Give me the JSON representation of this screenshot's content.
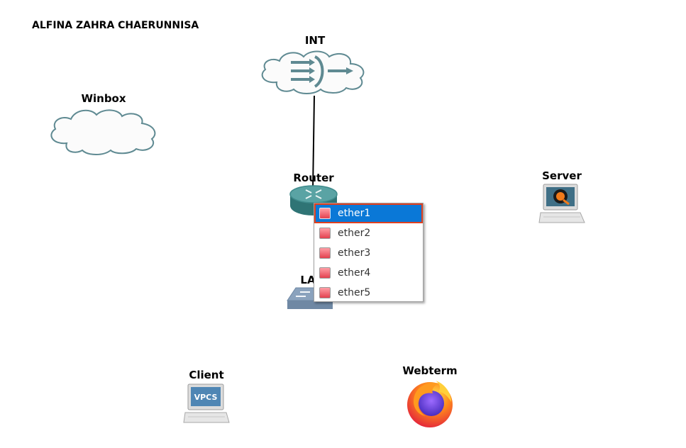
{
  "title": "ALFINA ZAHRA CHAERUNNISA",
  "nodes": {
    "int": {
      "label": "INT",
      "icon": "nat-cloud-icon"
    },
    "winbox": {
      "label": "Winbox",
      "icon": "cloud-icon"
    },
    "router": {
      "label": "Router",
      "icon": "router-icon"
    },
    "server": {
      "label": "Server",
      "icon": "qemu-host-icon"
    },
    "lan": {
      "label": "LA",
      "icon": "switch-icon"
    },
    "client": {
      "label": "Client",
      "icon": "vpcs-host-icon",
      "badge": "VPCS"
    },
    "webterm": {
      "label": "Webterm",
      "icon": "firefox-icon"
    }
  },
  "port_menu": {
    "items": [
      {
        "label": "ether1",
        "selected": true
      },
      {
        "label": "ether2",
        "selected": false
      },
      {
        "label": "ether3",
        "selected": false
      },
      {
        "label": "ether4",
        "selected": false
      },
      {
        "label": "ether5",
        "selected": false
      }
    ]
  },
  "colors": {
    "cloud_stroke": "#5f8a92",
    "router_teal": "#3f8b8c",
    "selection": "#0a78d7",
    "highlight_border": "#e0401f",
    "port_red": "#e3414f"
  }
}
